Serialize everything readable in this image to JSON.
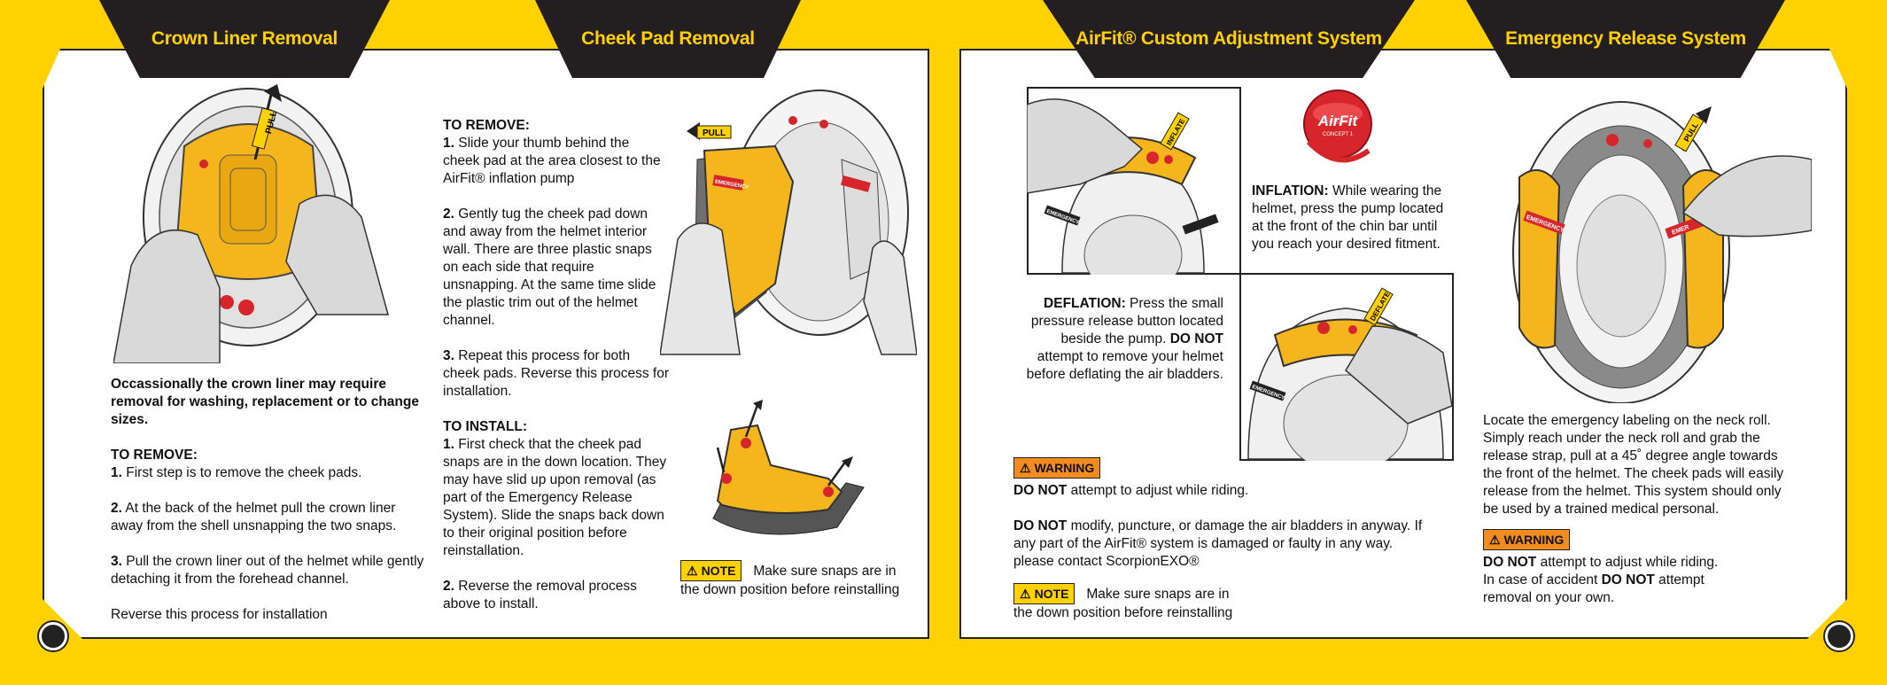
{
  "tabs": {
    "crown": "Crown Liner Removal",
    "cheek": "Cheek Pad Removal",
    "airfit": "AirFit® Custom Adjustment System",
    "emergency": "Emergency Release System"
  },
  "crown": {
    "intro": "Occassionally the crown liner may require removal for washing, replacement or to change sizes.",
    "heading": "TO REMOVE:",
    "steps": [
      {
        "num": "1.",
        "text": " First step is to remove the cheek pads."
      },
      {
        "num": "2.",
        "text": " At the back of the helmet pull the crown liner away from the shell unsnapping the two snaps."
      },
      {
        "num": "3.",
        "text": " Pull the crown liner out of the helmet while gently detaching it from the forehead channel."
      }
    ],
    "footer": "Reverse this process for installation",
    "pull_label": "PULL"
  },
  "cheek": {
    "remove_heading": "TO REMOVE:",
    "remove_steps": [
      {
        "num": "1.",
        "text": " Slide your thumb behind the cheek pad at the area closest to the AirFit® inflation pump"
      },
      {
        "num": "2.",
        "text": " Gently tug the cheek pad down and away from the helmet interior wall. There are three plastic snaps on each side that require unsnapping. At the same time slide the plastic trim out of the helmet channel."
      },
      {
        "num": "3.",
        "text": " Repeat this process for both cheek pads. Reverse this process for installation."
      }
    ],
    "install_heading": "TO INSTALL:",
    "install_steps": [
      {
        "num": "1.",
        "text": " First check that the cheek pad snaps are in the down location. They may have slid up upon removal (as part of the Emergency Release System). Slide the snaps back down to their original position before reinstallation."
      },
      {
        "num": "2.",
        "text": " Reverse the removal process above to install."
      }
    ],
    "note_label": "NOTE",
    "note_text": "Make sure snaps are in the down position before reinstalling",
    "pull_label": "PULL",
    "emergency_label": "EMERGENCY"
  },
  "airfit": {
    "logo": "AirFit",
    "logo_sub": "CONCEPT 1",
    "inflation_label": "INFLATION:",
    "inflation_text": " While wearing the helmet, press the pump located at the front of the chin bar until you reach your desired fitment.",
    "deflation_label": "DEFLATION:",
    "deflation_text_1": " Press the small pressure release button located beside the pump. ",
    "deflation_bold": "DO NOT",
    "deflation_text_2": " attempt to remove your helmet before deflating the air bladders.",
    "inflate_tag": "INFLATE",
    "deflate_tag": "DEFLATE",
    "emergency_label": "EMERGENCY",
    "warning_label": "WARNING",
    "warn1_bold": "DO NOT",
    "warn1_text": " attempt to adjust while riding.",
    "warn2_bold": "DO NOT",
    "warn2_text": " modify, puncture, or damage the air bladders in anyway. If any part of the AirFit® system is damaged or faulty in any way. please contact ScorpionEXO®",
    "note_label": "NOTE",
    "note_text": "Make sure snaps are in the down position before reinstalling"
  },
  "emergency": {
    "body": "Locate the emergency labeling on the neck roll. Simply reach under the neck roll and grab the release strap, pull at a 45˚ degree angle towards the front of the helmet. The cheek pads will easily release from the helmet. This system should only be used by a trained medical personal.",
    "warning_label": "WARNING",
    "warn1_bold": "DO NOT",
    "warn1_text": " attempt to adjust while riding.",
    "warn2_text_1": "In case of accident ",
    "warn2_bold": "DO NOT",
    "warn2_text_2": " attempt removal on your own.",
    "pull_label": "PULL",
    "emergency_label": "EMERGENCY",
    "emergency_label_2": "EMER"
  },
  "colors": {
    "brand_yellow": "#ffd100",
    "tab_black": "#231f20",
    "warning_orange": "#f28c1e",
    "accent_red": "#d7262b"
  }
}
